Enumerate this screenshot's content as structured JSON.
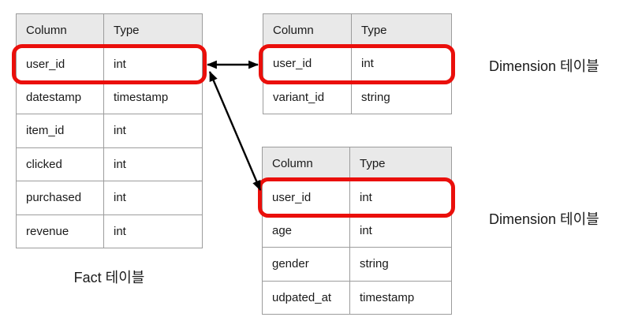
{
  "title": "Fact / Dimension table schema diagram",
  "colors": {
    "highlight_red": "#ea0f0b",
    "header_bg": "#e9e9e9",
    "table_border": "#9c9c9c",
    "arrow": "#000000",
    "text": "#1a1a1a"
  },
  "tables": {
    "fact": {
      "caption": "Fact 테이블",
      "headers": [
        "Column",
        "Type"
      ],
      "rows": [
        [
          "user_id",
          "int"
        ],
        [
          "datestamp",
          "timestamp"
        ],
        [
          "item_id",
          "int"
        ],
        [
          "clicked",
          "int"
        ],
        [
          "purchased",
          "int"
        ],
        [
          "revenue",
          "int"
        ]
      ],
      "highlighted_row": "user_id"
    },
    "dimension1": {
      "caption": "Dimension 테이블",
      "headers": [
        "Column",
        "Type"
      ],
      "rows": [
        [
          "user_id",
          "int"
        ],
        [
          "variant_id",
          "string"
        ]
      ],
      "highlighted_row": "user_id"
    },
    "dimension2": {
      "caption": "Dimension 테이블",
      "headers": [
        "Column",
        "Type"
      ],
      "rows": [
        [
          "user_id",
          "int"
        ],
        [
          "age",
          "int"
        ],
        [
          "gender",
          "string"
        ],
        [
          "udpated_at",
          "timestamp"
        ]
      ],
      "highlighted_row": "user_id"
    }
  },
  "relationships": [
    {
      "from": "fact.user_id",
      "to": "dimension1.user_id",
      "style": "double-headed-arrow"
    },
    {
      "from": "fact.user_id",
      "to": "dimension2.user_id",
      "style": "double-headed-arrow"
    }
  ]
}
